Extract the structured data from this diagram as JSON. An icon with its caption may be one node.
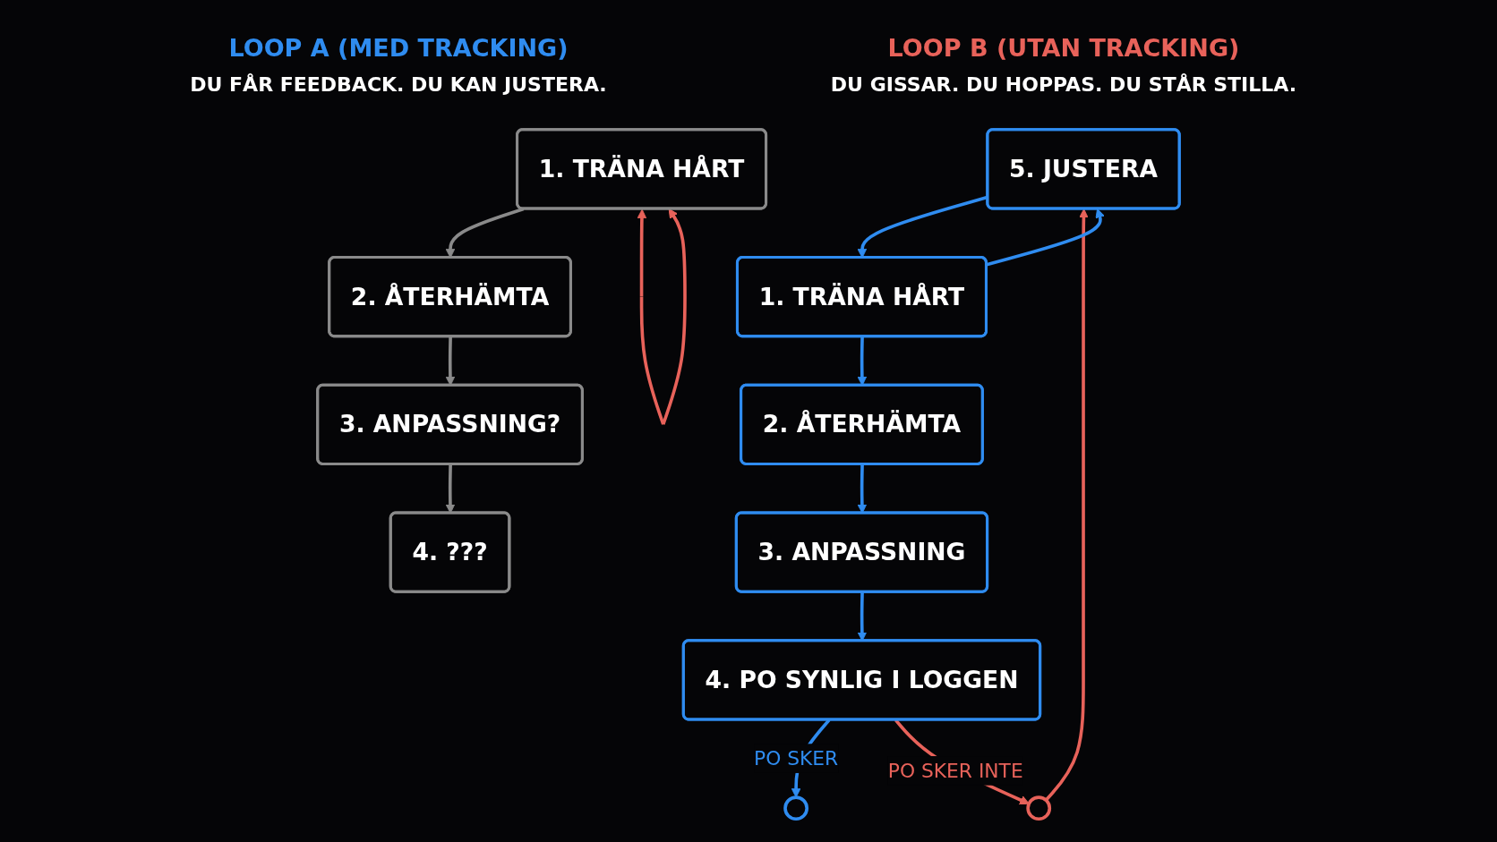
{
  "diagram": {
    "nodes": [
      {
        "text": [
          "1. TRÄNA HÅRT"
        ]
      },
      {
        "text": [
          "2. ÅTERHÄMTA"
        ]
      },
      {
        "text": [
          "3. ANPASSNING"
        ]
      },
      {
        "text": [
          "4. PO SYNLIG I LOGGEN"
        ]
      },
      {
        "text": [],
        "shape": "circle"
      },
      {
        "text": [],
        "shape": "circle"
      },
      {
        "text": [
          "5. JUSTERA"
        ]
      },
      {
        "text": [
          "1. TRÄNA HÅRT"
        ]
      },
      {
        "text": [
          "2. ÅTERHÄMTA"
        ]
      },
      {
        "text": [
          "3. ANPASSNING?"
        ]
      },
      {
        "text": [
          "4. ???"
        ]
      }
    ],
    "edges": [
      {
        "from": 0,
        "to": 1,
        "arrow": "to"
      },
      {
        "from": 1,
        "to": 2,
        "arrow": "to"
      },
      {
        "from": 2,
        "to": 3,
        "arrow": "to"
      },
      {
        "from": 3,
        "to": 4,
        "arrow": "to",
        "label": "PO SKER"
      },
      {
        "from": 3,
        "to": 5,
        "arrow": "to",
        "label": "PO SKER INTE",
        "color": "#e8625a"
      },
      {
        "from": 5,
        "to": 6,
        "arrow": "to",
        "color": "#e8625a"
      },
      {
        "from": 0,
        "to": 6,
        "arrow": "to"
      },
      {
        "from": 6,
        "to": 0,
        "arrow": "to"
      },
      {
        "from": 7,
        "to": 8,
        "arrow": "to",
        "color": "#8a8a8a"
      },
      {
        "from": 8,
        "to": 9,
        "arrow": "to",
        "color": "#8a8a8a"
      },
      {
        "from": 9,
        "to": 10,
        "arrow": "to",
        "color": "#8a8a8a"
      },
      {
        "from": 7,
        "to": 7,
        "arrow": "both",
        "color": "#e8625a"
      }
    ],
    "labels": [
      "LOOP A (MED TRACKING)",
      "DU FÅR FEEDBACK. DU KAN JUSTERA.",
      "LOOP B (UTAN TRACKING)",
      "DU GISSAR. DU HOPPAS. DU STÅR STILLA."
    ]
  }
}
